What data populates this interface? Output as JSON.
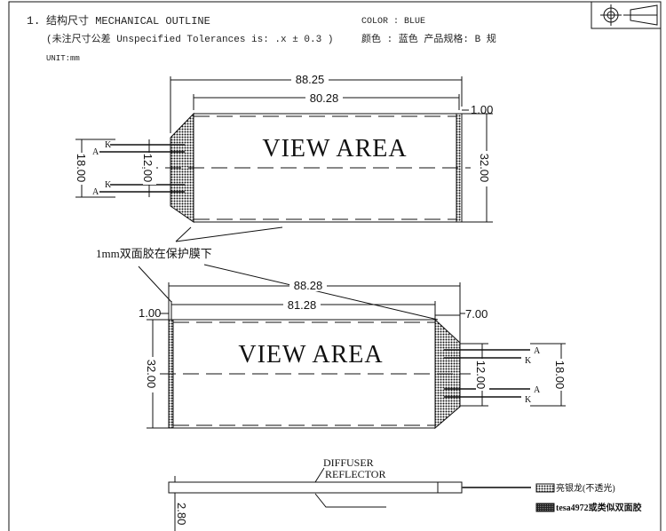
{
  "header": {
    "number": "1.",
    "title": "结构尺寸  MECHANICAL OUTLINE",
    "tolerance": "(未注尺寸公差  Unspecified Tolerances is:  .x ±  0.3 )",
    "unit": "UNIT:mm",
    "color_en": "COLOR :  BLUE",
    "color_cn": "颜色 : 蓝色   产品规格:   B 规"
  },
  "top_view": {
    "label": "VIEW AREA",
    "dim_overall": "88.25",
    "dim_view": "80.28",
    "dim_edge": "1.00",
    "dim_height": "32.00",
    "dim_pin_span": "18.00",
    "dim_pin_inner": "12.00",
    "pins": [
      "K",
      "A",
      "K",
      "A"
    ]
  },
  "note": "1mm双面胶在保护膜下",
  "bottom_view": {
    "label": "VIEW AREA",
    "dim_overall": "88.28",
    "dim_view": "81.28",
    "dim_edge": "1.00",
    "dim_led": "7.00",
    "dim_height": "32.00",
    "dim_pin_inner": "12.00",
    "dim_pin_span": "18.00",
    "pins": [
      "A",
      "K",
      "A",
      "K"
    ]
  },
  "section": {
    "layer1": "DIFFUSER",
    "layer2": "REFLECTOR",
    "thickness": "2.80"
  },
  "legend": [
    {
      "label": "亮银龙(不透光)",
      "swatch": "#555555"
    },
    {
      "label": "tesa4972或类似双面胶",
      "swatch": "#333333"
    }
  ]
}
